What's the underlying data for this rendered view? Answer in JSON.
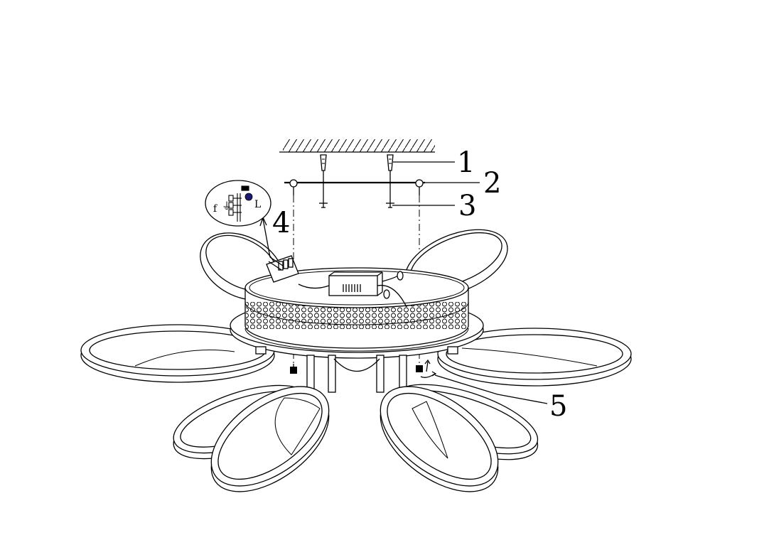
{
  "diagram": {
    "callouts": [
      {
        "id": "1",
        "label": "1"
      },
      {
        "id": "2",
        "label": "2"
      },
      {
        "id": "3",
        "label": "3"
      },
      {
        "id": "4",
        "label": "4"
      },
      {
        "id": "5",
        "label": "5"
      }
    ],
    "detail_inset": {
      "glyph_a": "f",
      "glyph_b": "⏚",
      "glyph_c": "L"
    },
    "colors": {
      "ink": "#000000",
      "paper": "#ffffff"
    }
  }
}
